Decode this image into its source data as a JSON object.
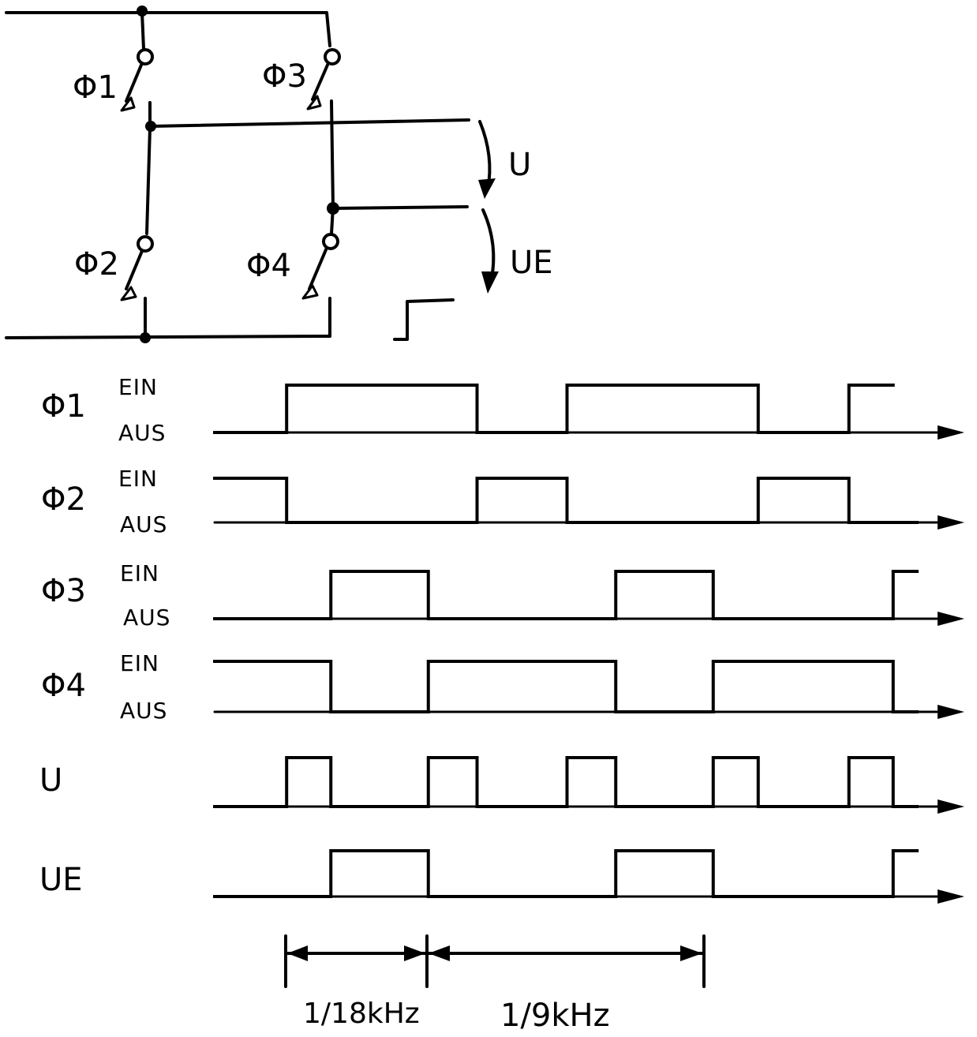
{
  "circuit": {
    "switches": [
      {
        "id": "phi1",
        "label": "Φ1"
      },
      {
        "id": "phi3",
        "label": "Φ3"
      },
      {
        "id": "phi2",
        "label": "Φ2"
      },
      {
        "id": "phi4",
        "label": "Φ4"
      }
    ],
    "voltages": [
      {
        "id": "u",
        "label": "U"
      },
      {
        "id": "ue",
        "label": "UE"
      }
    ]
  },
  "timing": {
    "signals": [
      {
        "id": "phi1",
        "label": "Φ1",
        "on_label": "EIN",
        "off_label": "AUS",
        "initial": 0,
        "edges": [
          0.096,
          0.35,
          0.47,
          0.725,
          0.846
        ]
      },
      {
        "id": "phi2",
        "label": "Φ2",
        "on_label": "EIN",
        "off_label": "AUS",
        "initial": 1,
        "edges": [
          0.096,
          0.35,
          0.47,
          0.725,
          0.846
        ]
      },
      {
        "id": "phi3",
        "label": "Φ3",
        "on_label": "EIN",
        "off_label": "AUS",
        "initial": 0,
        "edges": [
          0.155,
          0.285,
          0.535,
          0.665,
          0.905
        ]
      },
      {
        "id": "phi4",
        "label": "Φ4",
        "on_label": "EIN",
        "off_label": "AUS",
        "initial": 1,
        "edges": [
          0.155,
          0.285,
          0.535,
          0.665,
          0.905
        ]
      },
      {
        "id": "u",
        "label": "U",
        "on_label": "",
        "off_label": "",
        "initial": 0,
        "edges": [
          0.096,
          0.155,
          0.285,
          0.35,
          0.47,
          0.535,
          0.665,
          0.725,
          0.846,
          0.905
        ]
      },
      {
        "id": "ue",
        "label": "UE",
        "on_label": "",
        "off_label": "",
        "initial": 0,
        "edges": [
          0.155,
          0.285,
          0.535,
          0.665,
          0.905
        ]
      }
    ],
    "dimensions": [
      {
        "id": "period-18k",
        "label": "1/18kHz"
      },
      {
        "id": "period-9k",
        "label": "1/9kHz"
      }
    ]
  }
}
